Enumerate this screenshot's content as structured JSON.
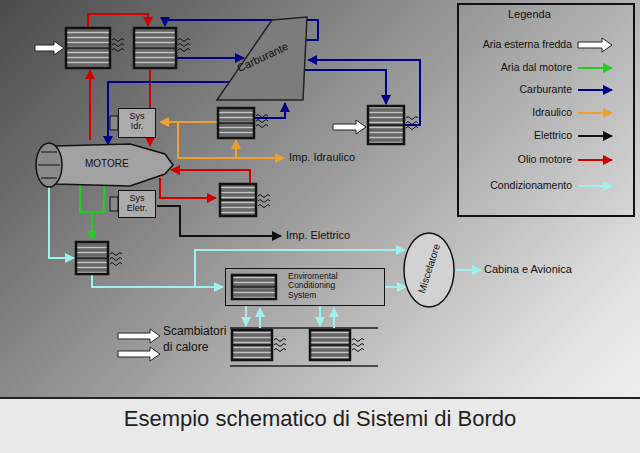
{
  "diagram": {
    "title": "Esempio schematico di Sistemi di Bordo",
    "nodes": [
      {
        "text": [
          "Carburante"
        ]
      },
      {
        "text": [
          "Sys Idr."
        ]
      },
      {
        "text": [
          "MOTORE"
        ]
      },
      {
        "text": [
          "Sys Eletr."
        ]
      },
      {
        "text": [
          "Enviromental Conditioning System"
        ]
      },
      {
        "text": [
          "Miscelatore"
        ]
      }
    ],
    "edges": [
      {
        "from": 0,
        "to": 2,
        "arrow": "to"
      },
      {
        "from": 4,
        "to": 5,
        "arrow": "to"
      }
    ],
    "labels": [
      "Legenda",
      "Imp. Idraulico",
      "Imp. Elettrico",
      "Cabina e Avionica",
      "Scambiatori di calore"
    ],
    "legend": [
      {
        "text": "Aria esterna fredda"
      },
      {
        "text": "Aria dal motore"
      },
      {
        "text": "Carburante"
      },
      {
        "text": "Idraulico"
      },
      {
        "text": "Elettrico"
      },
      {
        "text": "Olio motore"
      },
      {
        "text": "Condizionamento"
      }
    ]
  }
}
